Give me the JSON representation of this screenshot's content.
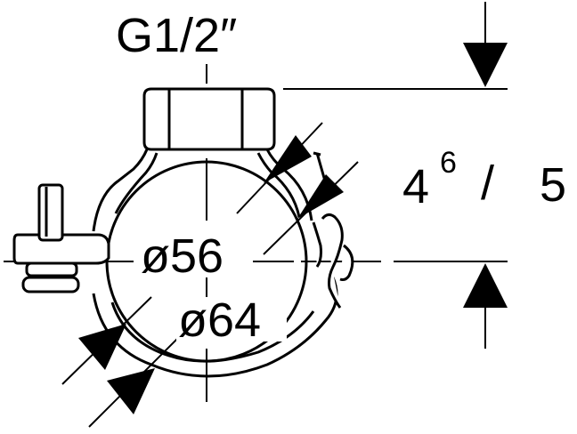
{
  "labels": {
    "thread": "G1/2″",
    "inner_diameter": "ø56",
    "outer_diameter": "ø64",
    "height_base": "4",
    "height_sup": "6",
    "height_sep": "/",
    "height_end": "5"
  },
  "colors": {
    "line": "#000000",
    "background": "#ffffff"
  }
}
